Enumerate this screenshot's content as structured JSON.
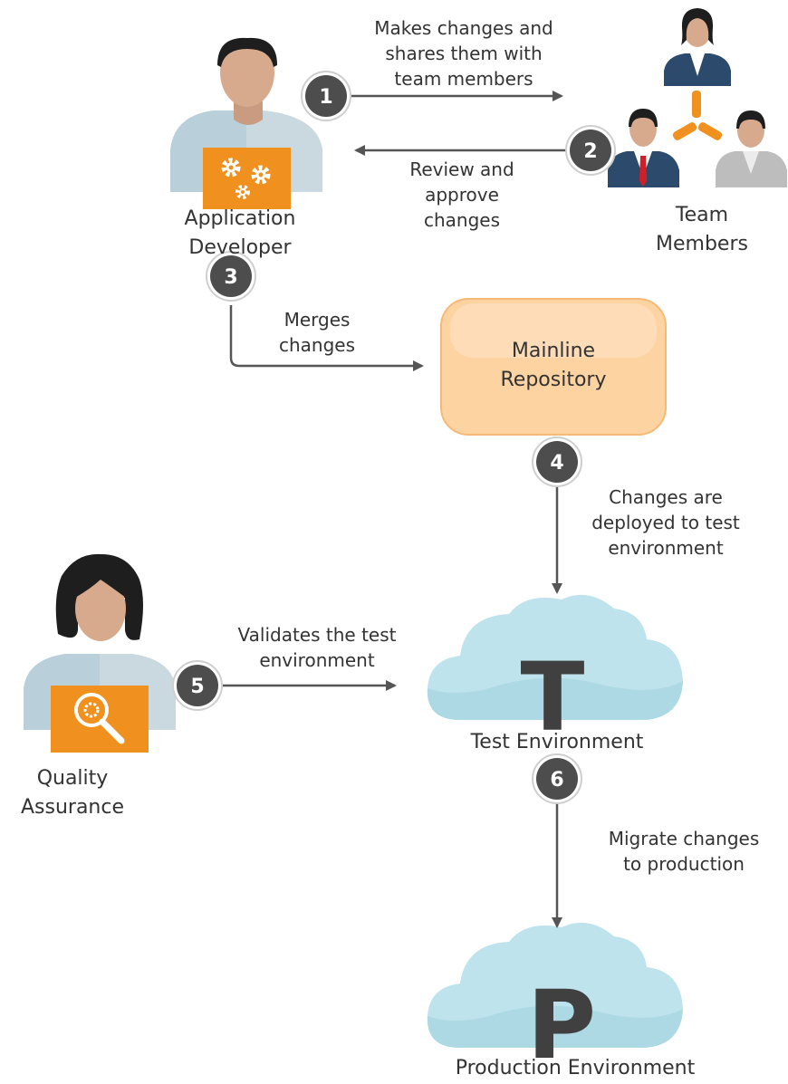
{
  "steps": {
    "s1": {
      "number": "1",
      "lines": [
        "Makes changes and",
        "shares them with",
        "team members"
      ]
    },
    "s2": {
      "number": "2",
      "lines": [
        "Review and",
        "approve",
        "changes"
      ]
    },
    "s3": {
      "number": "3",
      "lines": [
        "Merges",
        "changes"
      ]
    },
    "s4": {
      "number": "4",
      "lines": [
        "Changes are",
        "deployed to test",
        "environment"
      ]
    },
    "s5": {
      "number": "5",
      "lines": [
        "Validates the test",
        "environment"
      ]
    },
    "s6": {
      "number": "6",
      "lines": [
        "Migrate changes",
        "to production"
      ]
    }
  },
  "actors": {
    "developer": {
      "lines": [
        "Application",
        "Developer"
      ]
    },
    "team": {
      "lines": [
        "Team",
        "Members"
      ]
    },
    "qa": {
      "lines": [
        "Quality",
        "Assurance"
      ]
    }
  },
  "nodes": {
    "repository": {
      "lines": [
        "Mainline",
        "Repository"
      ]
    },
    "test_env": {
      "letter": "T",
      "label": "Test Environment"
    },
    "prod_env": {
      "letter": "P",
      "label": "Production Environment"
    }
  },
  "colors": {
    "badge": "#4d4d4d",
    "orange": "#f0901e",
    "repo_fill": "#fdd3a2",
    "cloud": "#bfe3ec",
    "arrow": "#555555"
  },
  "icons": {
    "developer": "person-with-gears-laptop-icon",
    "team": "team-members-icon",
    "qa": "person-with-magnifier-laptop-icon",
    "test_cloud": "cloud-icon",
    "prod_cloud": "cloud-icon"
  }
}
